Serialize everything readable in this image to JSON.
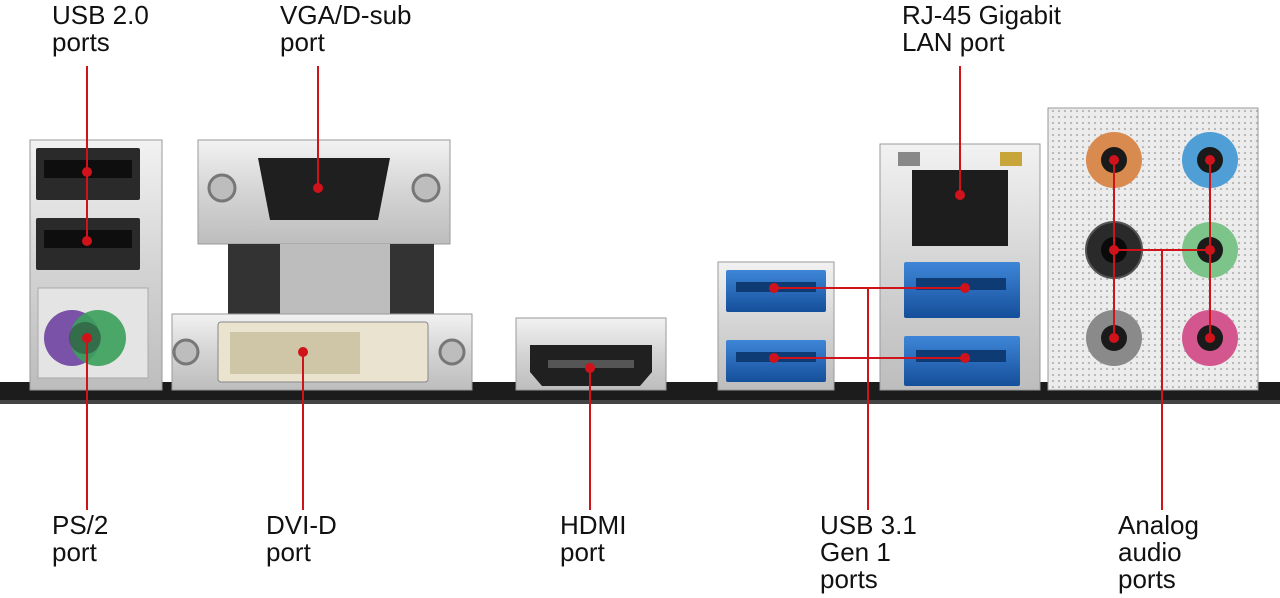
{
  "labels": {
    "usb20": "USB 2.0\nports",
    "vga": "VGA/D-sub\nport",
    "rj45": "RJ-45 Gigabit\nLAN port",
    "ps2": "PS/2\nport",
    "dvid": "DVI-D\nport",
    "hdmi": "HDMI\nport",
    "usb31": "USB 3.1\nGen 1\nports",
    "audio": "Analog\naudio\nports"
  },
  "colors": {
    "callout_line": "#d0121b",
    "board": "#1c1c1c",
    "usb3_blue": "#1e63b8",
    "ps2_purple": "#7a52a8",
    "ps2_green": "#3aa05a",
    "audio_orange": "#d98a4e",
    "audio_blue": "#4f9fd6",
    "audio_black": "#2a2a2a",
    "audio_green": "#7cc48a",
    "audio_gray": "#8a8a8a",
    "audio_pink": "#d4568f",
    "metal": "#d9d9d9"
  }
}
